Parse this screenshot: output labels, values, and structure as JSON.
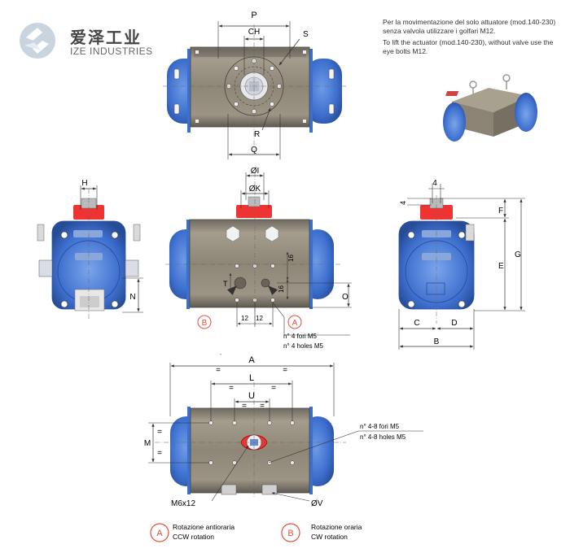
{
  "brand": {
    "name_cn": "爱泽工业",
    "name_en": "IZE INDUSTRIES"
  },
  "notes": {
    "italian": "Per la movimentazione del solo attuatore (mod.140-230) senza valvola utilizzare i golfari M12.",
    "english": "To lift the actuator (mod.140-230), without valve use the eye bolts M12."
  },
  "dims": {
    "P": "P",
    "CH": "CH",
    "S": "S",
    "R": "R",
    "Q": "Q",
    "H": "H",
    "N": "N",
    "I": "ØI",
    "K": "ØK",
    "T": "T",
    "O": "O",
    "d16a": "16",
    "d16b": "16",
    "d12a": "12",
    "d12b": "12",
    "four": "4",
    "four_v": "4",
    "F": "F",
    "E": "E",
    "G": "G",
    "C": "C",
    "D": "D",
    "B": "B",
    "A": "A",
    "L": "L",
    "U": "U",
    "M": "M",
    "eq": "=",
    "M6x12": "M6x12",
    "V": "ØV"
  },
  "callouts": {
    "holes_it": "n° 4 fori M5",
    "holes_en": "n° 4 holes M5",
    "holes2_it": "n° 4-8 fori M5",
    "holes2_en": "n° 4-8 holes M5"
  },
  "legend": {
    "a_letter": "A",
    "a_it": "Rotazione antioraria",
    "a_en": "CCW rotation",
    "b_letter": "B",
    "b_it": "Rotazione oraria",
    "b_en": "CW rotation"
  },
  "colors": {
    "blue": "#3d6fcf",
    "body": "#8e8676",
    "red": "#e8201f",
    "legend_red": "#e8503a"
  }
}
